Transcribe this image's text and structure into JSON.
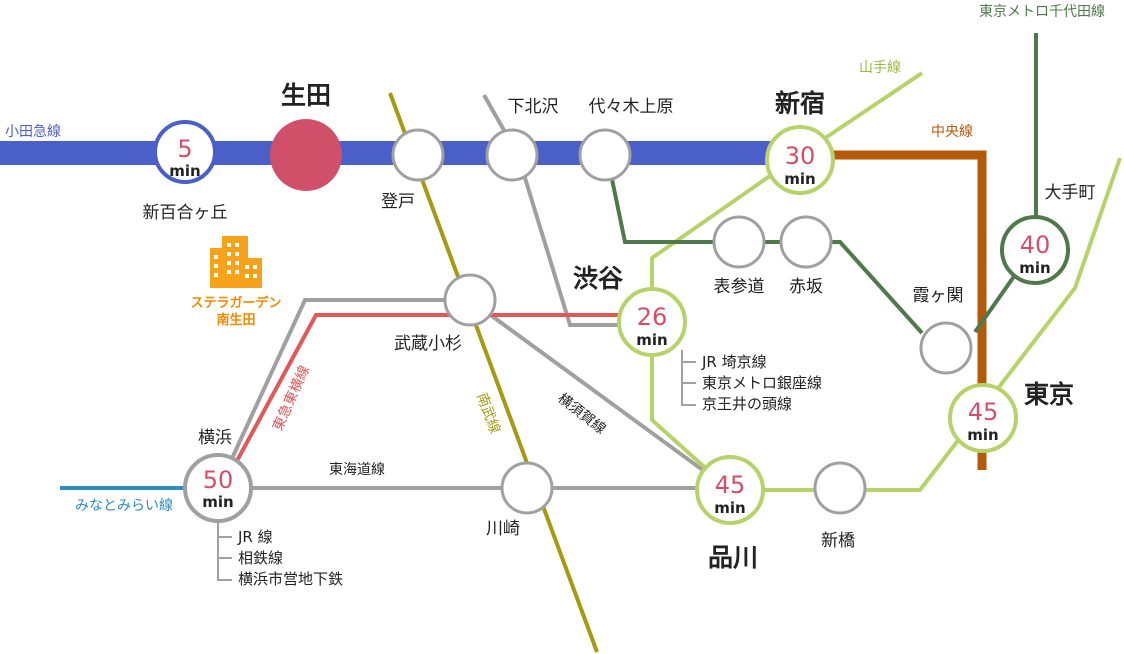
{
  "lines": {
    "odakyu": {
      "name": "小田急線",
      "color": "#4a5fc8"
    },
    "yamanote": {
      "name": "山手線",
      "color": "#b8d26a"
    },
    "chuo": {
      "name": "中央線",
      "color": "#b45a0a"
    },
    "chiyoda": {
      "name": "東京メトロ千代田線",
      "color": "#4e7a4a"
    },
    "nambu": {
      "name": "南武線",
      "color": "#a59a10"
    },
    "toyoko": {
      "name": "東急東横線",
      "color": "#e05858"
    },
    "yokosuka": {
      "name": "横須賀線",
      "color": "#a0a0a0"
    },
    "tokaido": {
      "name": "東海道線",
      "color": "#a0a0a0"
    },
    "minatomirai": {
      "name": "みなとみらい線",
      "color": "#2e8bc0"
    },
    "keio_grey": {
      "color": "#a0a0a0"
    }
  },
  "stations": {
    "shinyurigaoka": {
      "name": "新百合ヶ丘",
      "minutes": "5",
      "unit": "min"
    },
    "ikuta": {
      "name": "生田",
      "color": "#d0506a"
    },
    "noborito": {
      "name": "登戸"
    },
    "shimokitazawa": {
      "name": "下北沢"
    },
    "yoyogiuehara": {
      "name": "代々木上原"
    },
    "shinjuku": {
      "name": "新宿",
      "minutes": "30",
      "unit": "min"
    },
    "otemachi": {
      "name": "大手町",
      "minutes": "40",
      "unit": "min"
    },
    "omotesando": {
      "name": "表参道"
    },
    "akasaka": {
      "name": "赤坂"
    },
    "kasumigaseki": {
      "name": "霞ヶ関"
    },
    "shibuya": {
      "name": "渋谷",
      "minutes": "26",
      "unit": "min"
    },
    "musashikosugi": {
      "name": "武蔵小杉"
    },
    "tokyo": {
      "name": "東京",
      "minutes": "45",
      "unit": "min"
    },
    "yokohama": {
      "name": "横浜",
      "minutes": "50",
      "unit": "min"
    },
    "kawasaki": {
      "name": "川崎"
    },
    "shinagawa": {
      "name": "品川",
      "minutes": "45",
      "unit": "min"
    },
    "shimbashi": {
      "name": "新橋"
    }
  },
  "shibuya_lines": [
    "JR 埼京線",
    "東京メトロ銀座線",
    "京王井の頭線"
  ],
  "yokohama_lines": [
    "JR 線",
    "相鉄線",
    "横浜市営地下鉄"
  ],
  "building": {
    "icon": "building-icon",
    "label_line1": "ステラガーデン",
    "label_line2": "南生田",
    "color": "#f7a21b"
  }
}
